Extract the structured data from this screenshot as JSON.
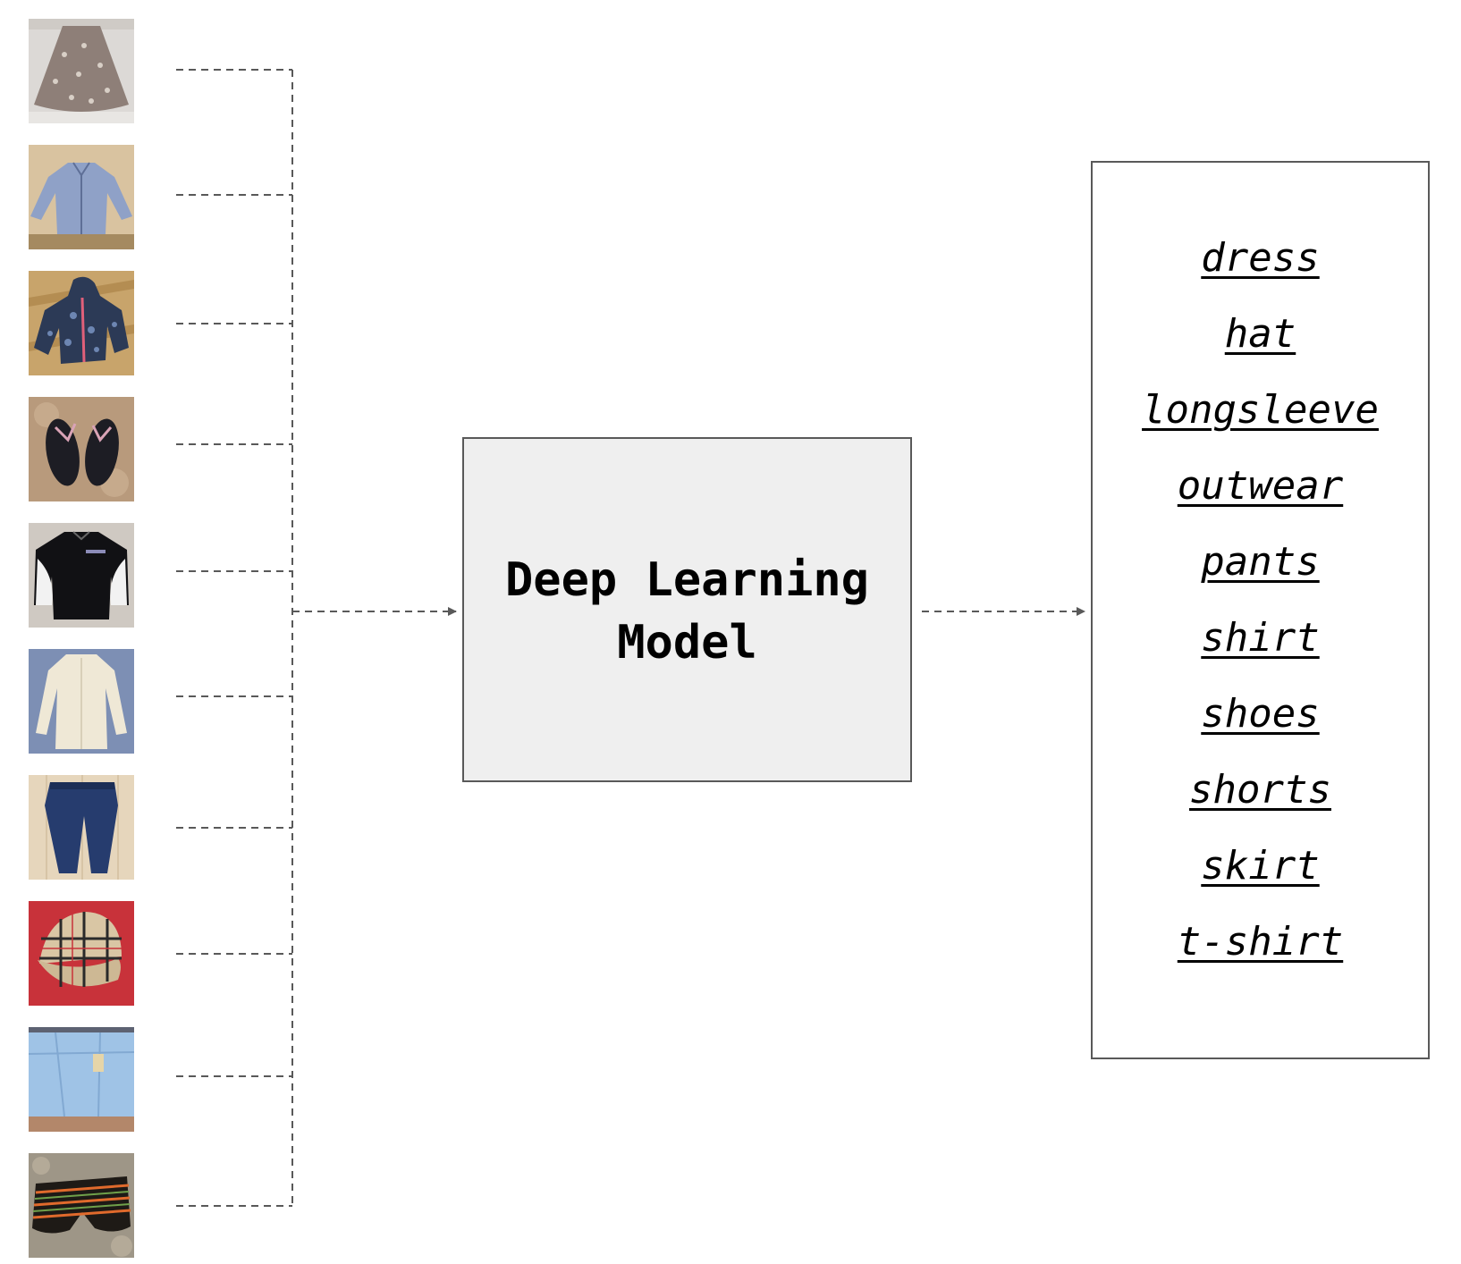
{
  "diagram": {
    "input_images": [
      {
        "icon": "dress-photo",
        "colors": {
          "bg": "#dcd9d6",
          "item": "#8e7f78"
        }
      },
      {
        "icon": "longsleeve-shirt-photo",
        "colors": {
          "bg": "#d9c3a0",
          "item": "#8fa1c7"
        }
      },
      {
        "icon": "outwear-jacket-photo",
        "colors": {
          "bg": "#c8a46b",
          "item": "#2c3a56"
        }
      },
      {
        "icon": "shoes-sandals-photo",
        "colors": {
          "bg": "#b89a7c",
          "item": "#1d1d24"
        }
      },
      {
        "icon": "t-shirt-photo",
        "colors": {
          "bg": "#cfc9c2",
          "item": "#111114"
        }
      },
      {
        "icon": "longsleeve-top-photo",
        "colors": {
          "bg": "#7d8fb4",
          "item": "#efe8d6"
        }
      },
      {
        "icon": "pants-jeans-photo",
        "colors": {
          "bg": "#e6d6bc",
          "item": "#263c6e"
        }
      },
      {
        "icon": "hat-cap-photo",
        "colors": {
          "bg": "#c8323a",
          "item": "#d9c6a4"
        }
      },
      {
        "icon": "skirt-denim-photo",
        "colors": {
          "bg": "#5d6272",
          "item": "#9fc3e6"
        }
      },
      {
        "icon": "shorts-striped-photo",
        "colors": {
          "bg": "#9e9687",
          "item": "#1e1a16"
        }
      }
    ],
    "model": {
      "label": "Deep Learning Model"
    },
    "classes": [
      "dress",
      "hat",
      "longsleeve",
      "outwear",
      "pants",
      "shirt",
      "shoes",
      "shorts",
      "skirt",
      "t-shirt"
    ],
    "colors": {
      "connector": "#595959",
      "box_fill": "#efefef",
      "box_border": "#595959"
    }
  }
}
